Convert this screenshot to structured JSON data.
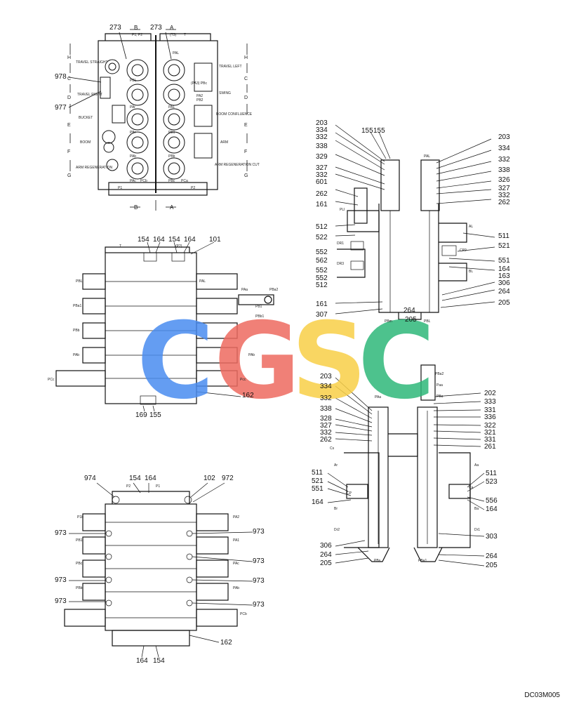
{
  "drawing_code": "DC03M005",
  "watermark": {
    "letters": [
      "C",
      "G",
      "S",
      "C"
    ],
    "colors": [
      "#4a8cf0",
      "#ee6b60",
      "#f8cf47",
      "#2fb87a"
    ]
  },
  "top_view": {
    "callouts": [
      "273",
      "273",
      "978",
      "977"
    ],
    "section_marks": [
      "B",
      "A",
      "B",
      "A"
    ],
    "ports": [
      "P1, P2",
      "(T3)",
      "T",
      "PAL",
      "PBL",
      "PAr",
      "PBr",
      "PA1",
      "PB1",
      "PAb",
      "PBb",
      "PAc",
      "PBc",
      "PCb",
      "PCa",
      "P1",
      "P2",
      "PA2",
      "PB2"
    ],
    "side_letters_left": [
      "H",
      "C",
      "D",
      "E",
      "F",
      "G"
    ],
    "side_letters_right": [
      "H",
      "C",
      "D",
      "E",
      "F",
      "G"
    ],
    "text_left": [
      "TRAVEL STRAIGHT",
      "TRAVEL RIGHT",
      "BUCKET",
      "BOOM",
      "ARM REGENERATION"
    ],
    "text_right": [
      "TRAVEL LEFT",
      "(PA3) PBc",
      "SWING",
      "BOOM CONFLUENCE",
      "ARM",
      "ARM REGENERATION CUT"
    ]
  },
  "mid_left": {
    "callouts": [
      "154",
      "164",
      "154",
      "164",
      "101",
      "162",
      "169",
      "155"
    ],
    "ports": [
      "T",
      "PBL",
      "PAL",
      "PBa1",
      "PAa",
      "PBa2",
      "PBb",
      "PBb1",
      "PB1",
      "PAb",
      "PCc",
      "PAb",
      "Pcc",
      "(P2)"
    ]
  },
  "bottom_left": {
    "callouts": [
      "974",
      "154",
      "164",
      "102",
      "972",
      "973",
      "973",
      "973",
      "973",
      "973",
      "973",
      "973",
      "162",
      "164",
      "154"
    ],
    "ports": [
      "P2",
      "P1",
      "P1b",
      "PB1",
      "PBc",
      "PAc",
      "PBb",
      "PAb",
      "PCb",
      "PA1",
      "PA2"
    ]
  },
  "right_top": {
    "left_callouts": [
      "203",
      "334",
      "332",
      "338",
      "329",
      "327",
      "332",
      "601",
      "262",
      "161",
      "512",
      "522",
      "552",
      "562",
      "552",
      "552",
      "512",
      "161",
      "307"
    ],
    "right_callouts": [
      "203",
      "334",
      "332",
      "338",
      "326",
      "327",
      "332",
      "262",
      "511",
      "521",
      "551",
      "164",
      "163",
      "306",
      "264",
      "205"
    ],
    "top_callouts": [
      "155",
      "155"
    ],
    "bottom_callouts": [
      "264",
      "205"
    ],
    "ports": [
      "PAL",
      "PLI",
      "AL",
      "DR1",
      "CP2",
      "DR3",
      "BL",
      "PBm",
      "PBL"
    ]
  },
  "right_bottom": {
    "left_callouts": [
      "203",
      "334",
      "332",
      "338",
      "328",
      "327",
      "332",
      "262",
      "511",
      "521",
      "551",
      "164",
      "306",
      "264",
      "205"
    ],
    "right_callouts": [
      "202",
      "333",
      "331",
      "336",
      "322",
      "321",
      "331",
      "261",
      "511",
      "523",
      "556",
      "164",
      "303",
      "264",
      "205"
    ],
    "ports": [
      "PBa2",
      "Paa",
      "PBa",
      "PAa",
      "Ar",
      "Br",
      "Dr2",
      "CP",
      "PBs",
      "PBa1",
      "Ca",
      "Aa",
      "Ba",
      "Dr1",
      "Cs"
    ]
  }
}
